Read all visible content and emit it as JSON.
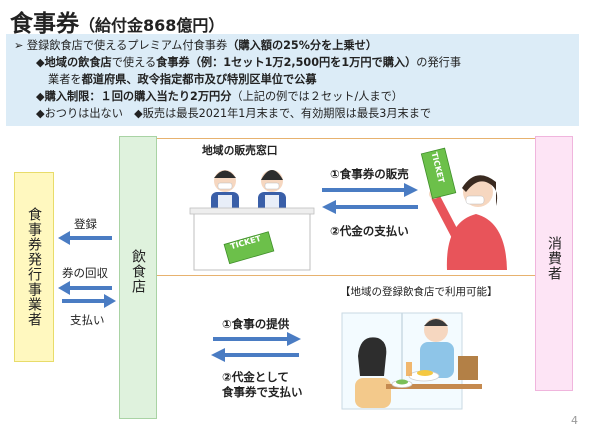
{
  "header": {
    "title": "食事券",
    "subtitle": "（給付金868億円）"
  },
  "summary": {
    "line1_pre": "➢ 登録飲食店で使えるプレミアム付食事券",
    "line1_bold": "（購入額の25%分を上乗せ）",
    "line2_b1": "◆地域の飲食店",
    "line2_n1": "で使える",
    "line2_b2": "食事券（例：1セット1万2,500円を1万円で購入）",
    "line2_n2": "の発行事",
    "line3_n1": "業者を",
    "line3_b1": "都道府県、政令指定都市及び特別区単位で公募",
    "line4_b1": "◆購入制限：１回の購入当たり2万円分",
    "line4_n1": "（上記の例では２セット/人まで）",
    "line5": "◆おつりは出ない　◆販売は最長2021年1月末まで、有効期限は最長3月末まで"
  },
  "diagram": {
    "issuer_label": "食事券発行事業者",
    "restaurant_label": "飲食店",
    "consumer_label": "消費者",
    "left_flow": {
      "register": "登録",
      "collect": "券の回収",
      "pay": "支払い"
    },
    "top_section": {
      "counter_label": "地域の販売窓口",
      "sale": "①食事券の販売",
      "payment": "②代金の支払い",
      "ticket_text": "TICKET"
    },
    "bottom_section": {
      "bracket_label": "【地域の登録飲食店で利用可能】",
      "serve": "①食事の提供",
      "pay_line1": "②代金として",
      "pay_line2": "食事券で支払い"
    }
  },
  "page_number": "4",
  "colors": {
    "summary_bg": "#dcecf7",
    "arrow_blue": "#4a7cc3",
    "frame_orange": "#e7b26f",
    "issuer_bg": "#fff8bf",
    "restaurant_bg": "#dff2dd",
    "consumer_bg": "#fde4f5",
    "ticket_green": "#6cc04a"
  }
}
